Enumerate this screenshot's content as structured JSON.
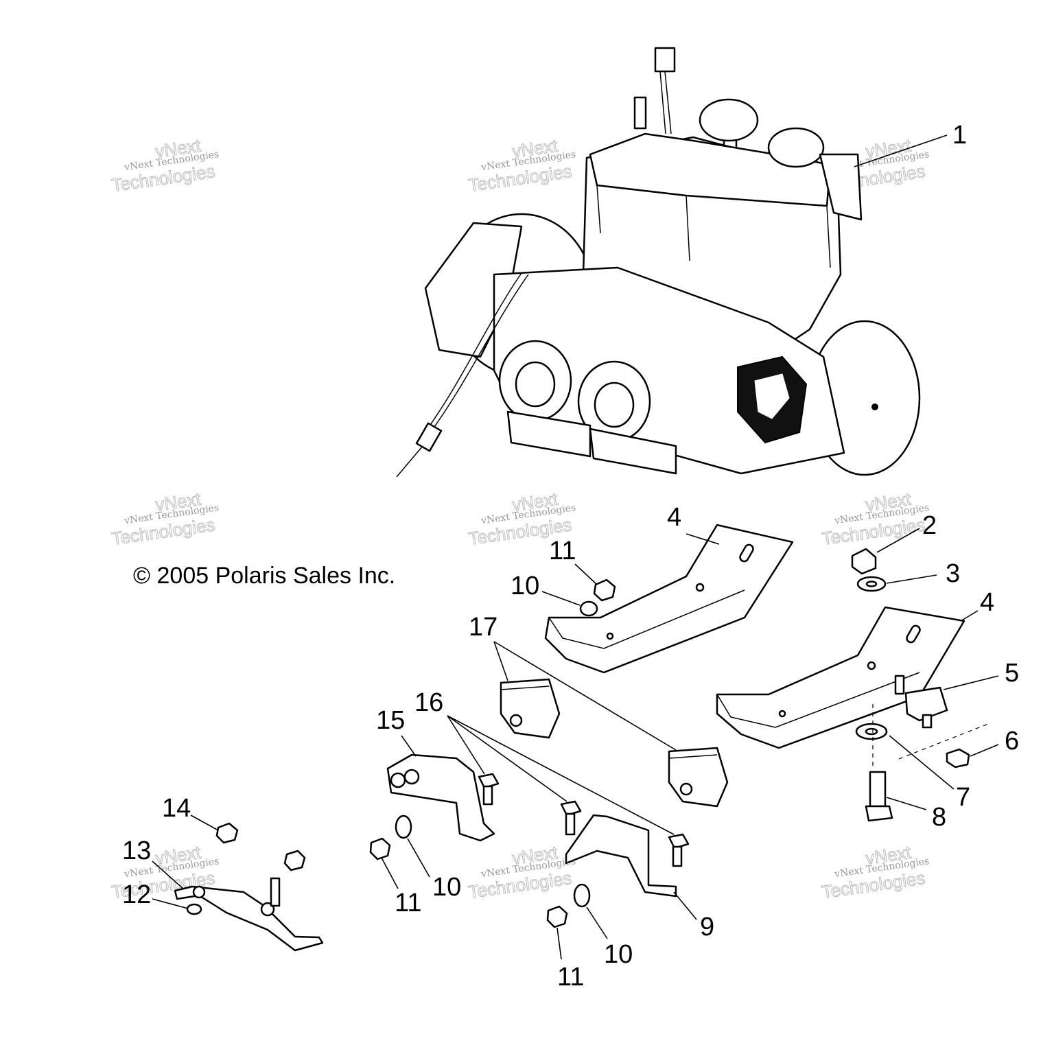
{
  "copyright": "© 2005 Polaris Sales Inc.",
  "watermark": {
    "line1": "vNext Technologies",
    "line2": "vNext",
    "line3": "Technologies"
  },
  "callouts": {
    "c1": "1",
    "c2": "2",
    "c3": "3",
    "c4a": "4",
    "c4b": "4",
    "c5": "5",
    "c6": "6",
    "c7": "7",
    "c8": "8",
    "c9": "9",
    "c10a": "10",
    "c10b": "10",
    "c10c": "10",
    "c11a": "11",
    "c11b": "11",
    "c11c": "11",
    "c12": "12",
    "c13": "13",
    "c14": "14",
    "c15": "15",
    "c16": "16",
    "c17": "17"
  }
}
